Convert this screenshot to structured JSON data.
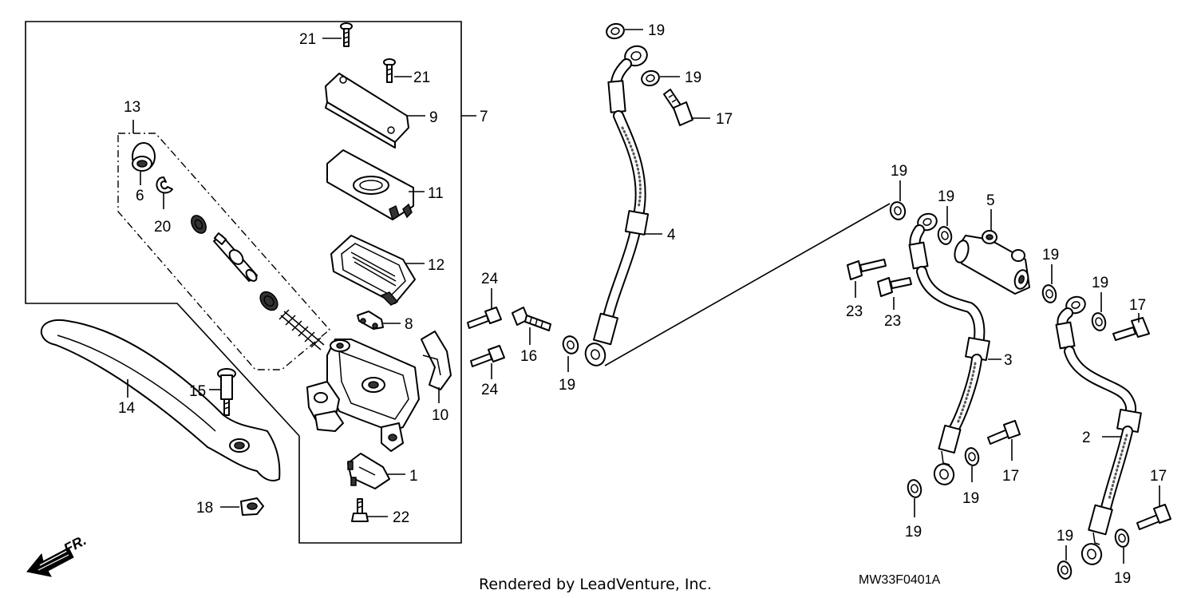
{
  "diagram": {
    "callouts": [
      {
        "id": "c21a",
        "text": "21"
      },
      {
        "id": "c21b",
        "text": "21"
      },
      {
        "id": "c9",
        "text": "9"
      },
      {
        "id": "c7",
        "text": "7"
      },
      {
        "id": "c13",
        "text": "13"
      },
      {
        "id": "c11",
        "text": "11"
      },
      {
        "id": "c6",
        "text": "6"
      },
      {
        "id": "c20",
        "text": "20"
      },
      {
        "id": "c12",
        "text": "12"
      },
      {
        "id": "c8",
        "text": "8"
      },
      {
        "id": "c14",
        "text": "14"
      },
      {
        "id": "c15",
        "text": "15"
      },
      {
        "id": "c10",
        "text": "10"
      },
      {
        "id": "c1",
        "text": "1"
      },
      {
        "id": "c18",
        "text": "18"
      },
      {
        "id": "c22",
        "text": "22"
      },
      {
        "id": "c24a",
        "text": "24"
      },
      {
        "id": "c24b",
        "text": "24"
      },
      {
        "id": "c16",
        "text": "16"
      },
      {
        "id": "c19a",
        "text": "19"
      },
      {
        "id": "c19b",
        "text": "19"
      },
      {
        "id": "c19c",
        "text": "19"
      },
      {
        "id": "c17a",
        "text": "17"
      },
      {
        "id": "c4",
        "text": "4"
      },
      {
        "id": "c19d",
        "text": "19"
      },
      {
        "id": "c19e",
        "text": "19"
      },
      {
        "id": "c5",
        "text": "5"
      },
      {
        "id": "c19f",
        "text": "19"
      },
      {
        "id": "c19g",
        "text": "19"
      },
      {
        "id": "c23a",
        "text": "23"
      },
      {
        "id": "c23b",
        "text": "23"
      },
      {
        "id": "c17b",
        "text": "17"
      },
      {
        "id": "c3",
        "text": "3"
      },
      {
        "id": "c17c",
        "text": "17"
      },
      {
        "id": "c19h",
        "text": "19"
      },
      {
        "id": "c19i",
        "text": "19"
      },
      {
        "id": "c2",
        "text": "2"
      },
      {
        "id": "c17d",
        "text": "17"
      },
      {
        "id": "c19j",
        "text": "19"
      },
      {
        "id": "c19k",
        "text": "19"
      }
    ],
    "direction_label": "FR.",
    "diagram_code": "MW33F0401A",
    "footer": "Rendered by LeadVenture, Inc."
  }
}
